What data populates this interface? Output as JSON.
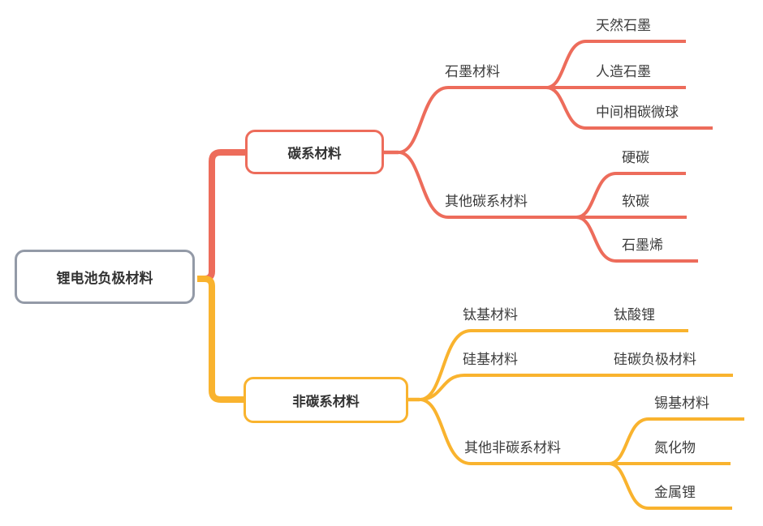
{
  "colors": {
    "carbon_branch": "#ed6c5b",
    "non_carbon_branch": "#f9b32e",
    "root_border": "#939aa7",
    "text": "#3d3d3d",
    "background": "#ffffff"
  },
  "mindmap": {
    "root": {
      "label": "锂电池负极材料"
    },
    "branches": [
      {
        "label": "碳系材料",
        "children": [
          {
            "label": "石墨材料",
            "children": [
              {
                "label": "天然石墨"
              },
              {
                "label": "人造石墨"
              },
              {
                "label": "中间相碳微球"
              }
            ]
          },
          {
            "label": "其他碳系材料",
            "children": [
              {
                "label": "硬碳"
              },
              {
                "label": "软碳"
              },
              {
                "label": "石墨烯"
              }
            ]
          }
        ]
      },
      {
        "label": "非碳系材料",
        "children": [
          {
            "label": "钛基材料",
            "children": [
              {
                "label": "钛酸锂"
              }
            ]
          },
          {
            "label": "硅基材料",
            "children": [
              {
                "label": "硅碳负极材料"
              }
            ]
          },
          {
            "label": "其他非碳系材料",
            "children": [
              {
                "label": "锡基材料"
              },
              {
                "label": "氮化物"
              },
              {
                "label": "金属锂"
              }
            ]
          }
        ]
      }
    ]
  }
}
